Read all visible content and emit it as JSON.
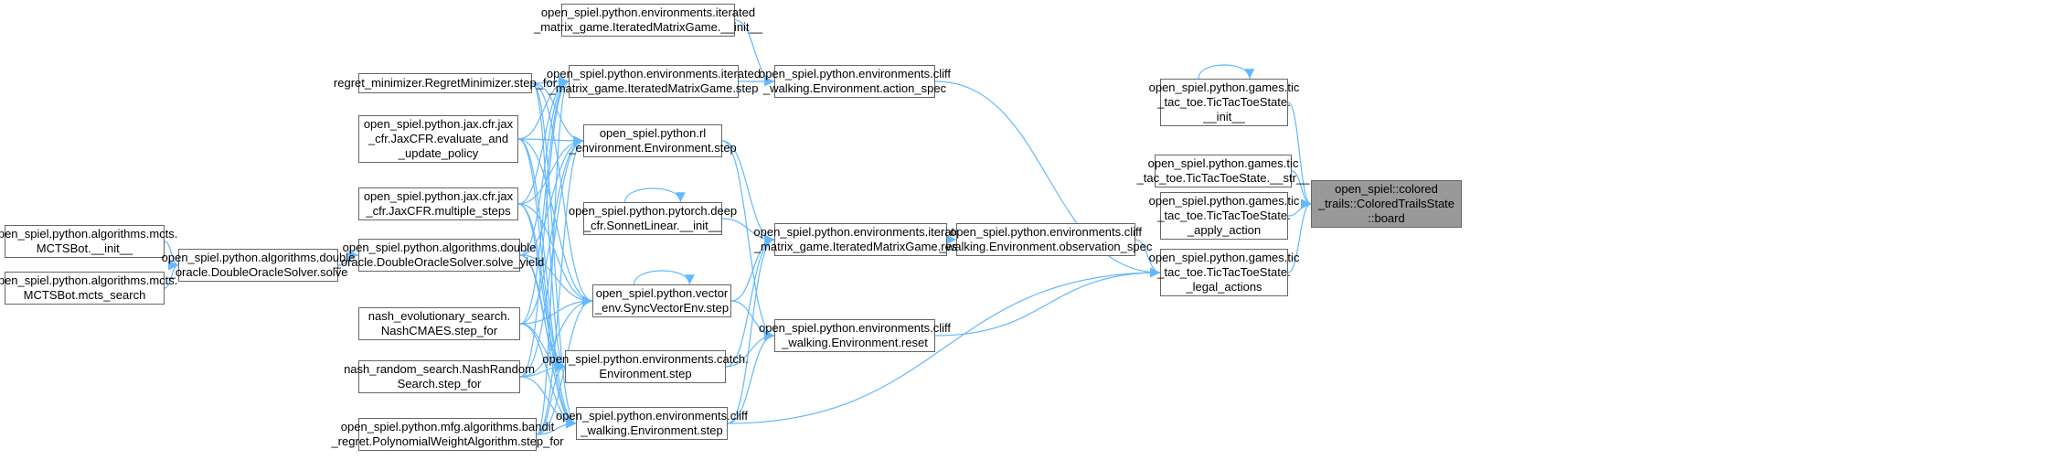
{
  "nodes": [
    {
      "id": "mcts_init",
      "label": "open_spiel.python.algorithms.mcts.\nMCTSBot.__init__"
    },
    {
      "id": "mcts_search",
      "label": "open_spiel.python.algorithms.mcts.\nMCTSBot.mcts_search"
    },
    {
      "id": "do_solve",
      "label": "open_spiel.python.algorithms.double\n_oracle.DoubleOracleSolver.solve"
    },
    {
      "id": "regret",
      "label": "regret_minimizer.RegretMinimizer.step_for"
    },
    {
      "id": "jax_eval",
      "label": "open_spiel.python.jax.cfr.jax\n_cfr.JaxCFR.evaluate_and\n_update_policy"
    },
    {
      "id": "jax_multi",
      "label": "open_spiel.python.jax.cfr.jax\n_cfr.JaxCFR.multiple_steps"
    },
    {
      "id": "do_yield",
      "label": "open_spiel.python.algorithms.double\n_oracle.DoubleOracleSolver.solve_yield"
    },
    {
      "id": "nash_evo",
      "label": "nash_evolutionary_search.\nNashCMAES.step_for"
    },
    {
      "id": "nash_rand",
      "label": "nash_random_search.NashRandom\nSearch.step_for"
    },
    {
      "id": "mfg_bandit",
      "label": "open_spiel.python.mfg.algorithms.bandit\n_regret.PolynomialWeightAlgorithm.step_for"
    },
    {
      "id": "imm_init",
      "label": "open_spiel.python.environments.iterated\n_matrix_game.IteratedMatrixGame.__init__"
    },
    {
      "id": "imm_step",
      "label": "open_spiel.python.environments.iterated\n_matrix_game.IteratedMatrixGame.step"
    },
    {
      "id": "rl_step",
      "label": "open_spiel.python.rl\n_environment.Environment.step"
    },
    {
      "id": "sonnet",
      "label": "open_spiel.python.pytorch.deep\n_cfr.SonnetLinear.__init__"
    },
    {
      "id": "vec_step",
      "label": "open_spiel.python.vector\n_env.SyncVectorEnv.step"
    },
    {
      "id": "catch_step",
      "label": "open_spiel.python.environments.catch.\nEnvironment.step"
    },
    {
      "id": "cliff_step",
      "label": "open_spiel.python.environments.cliff\n_walking.Environment.step"
    },
    {
      "id": "cliff_action",
      "label": "open_spiel.python.environments.cliff\n_walking.Environment.action_spec"
    },
    {
      "id": "imm_reset",
      "label": "open_spiel.python.environments.iterated\n_matrix_game.IteratedMatrixGame.reset"
    },
    {
      "id": "cliff_reset",
      "label": "open_spiel.python.environments.cliff\n_walking.Environment.reset"
    },
    {
      "id": "cliff_obs",
      "label": "open_spiel.python.environments.cliff\n_walking.Environment.observation_spec"
    },
    {
      "id": "ttt_init",
      "label": "open_spiel.python.games.tic\n_tac_toe.TicTacToeState.\n__init__"
    },
    {
      "id": "ttt_str",
      "label": "open_spiel.python.games.tic\n_tac_toe.TicTacToeState.__str__"
    },
    {
      "id": "ttt_apply",
      "label": "open_spiel.python.games.tic\n_tac_toe.TicTacToeState.\n_apply_action"
    },
    {
      "id": "ttt_legal",
      "label": "open_spiel.python.games.tic\n_tac_toe.TicTacToeState.\n_legal_actions"
    },
    {
      "id": "board",
      "label": "open_spiel::colored\n_trails::ColoredTrailsState\n::board"
    }
  ],
  "edges": [
    [
      "mcts_init",
      "do_solve"
    ],
    [
      "mcts_search",
      "do_solve"
    ],
    [
      "do_solve",
      "do_yield"
    ],
    [
      "regret",
      "imm_step"
    ],
    [
      "imm_init",
      "cliff_action"
    ],
    [
      "imm_step",
      "cliff_action"
    ],
    [
      "cliff_action",
      "ttt_legal"
    ],
    [
      "ttt_init",
      "board"
    ],
    [
      "ttt_str",
      "board"
    ],
    [
      "ttt_apply",
      "board"
    ],
    [
      "ttt_legal",
      "board"
    ],
    [
      "ttt_init",
      "ttt_init"
    ],
    [
      "sonnet",
      "sonnet"
    ],
    [
      "vec_step",
      "vec_step"
    ],
    [
      "imm_reset",
      "cliff_obs"
    ],
    [
      "cliff_obs",
      "ttt_legal"
    ],
    [
      "cliff_reset",
      "ttt_legal"
    ],
    [
      "cliff_step",
      "ttt_legal"
    ],
    [
      "rl_step",
      "imm_reset"
    ],
    [
      "sonnet",
      "imm_reset"
    ],
    [
      "vec_step",
      "imm_reset"
    ],
    [
      "vec_step",
      "cliff_reset"
    ],
    [
      "catch_step",
      "imm_reset"
    ],
    [
      "catch_step",
      "cliff_reset"
    ],
    [
      "cliff_step",
      "imm_reset"
    ],
    [
      "cliff_step",
      "cliff_reset"
    ],
    [
      "rl_step",
      "cliff_reset"
    ],
    [
      "jax_eval",
      "imm_step"
    ],
    [
      "jax_eval",
      "rl_step"
    ],
    [
      "jax_eval",
      "vec_step"
    ],
    [
      "jax_eval",
      "catch_step"
    ],
    [
      "jax_eval",
      "cliff_step"
    ],
    [
      "jax_multi",
      "imm_step"
    ],
    [
      "jax_multi",
      "rl_step"
    ],
    [
      "jax_multi",
      "vec_step"
    ],
    [
      "jax_multi",
      "catch_step"
    ],
    [
      "jax_multi",
      "cliff_step"
    ],
    [
      "do_yield",
      "imm_step"
    ],
    [
      "do_yield",
      "rl_step"
    ],
    [
      "do_yield",
      "vec_step"
    ],
    [
      "do_yield",
      "catch_step"
    ],
    [
      "do_yield",
      "cliff_step"
    ],
    [
      "nash_evo",
      "imm_step"
    ],
    [
      "nash_evo",
      "rl_step"
    ],
    [
      "nash_evo",
      "vec_step"
    ],
    [
      "nash_evo",
      "catch_step"
    ],
    [
      "nash_evo",
      "cliff_step"
    ],
    [
      "nash_rand",
      "imm_step"
    ],
    [
      "nash_rand",
      "rl_step"
    ],
    [
      "nash_rand",
      "vec_step"
    ],
    [
      "nash_rand",
      "catch_step"
    ],
    [
      "nash_rand",
      "cliff_step"
    ],
    [
      "mfg_bandit",
      "imm_step"
    ],
    [
      "mfg_bandit",
      "rl_step"
    ],
    [
      "mfg_bandit",
      "vec_step"
    ],
    [
      "mfg_bandit",
      "catch_step"
    ],
    [
      "mfg_bandit",
      "cliff_step"
    ],
    [
      "regret",
      "rl_step"
    ],
    [
      "regret",
      "vec_step"
    ],
    [
      "regret",
      "catch_step"
    ],
    [
      "regret",
      "cliff_step"
    ]
  ],
  "colors": {
    "edge": "#63b8ff",
    "border": "#666666",
    "focus_fill": "#999999"
  }
}
